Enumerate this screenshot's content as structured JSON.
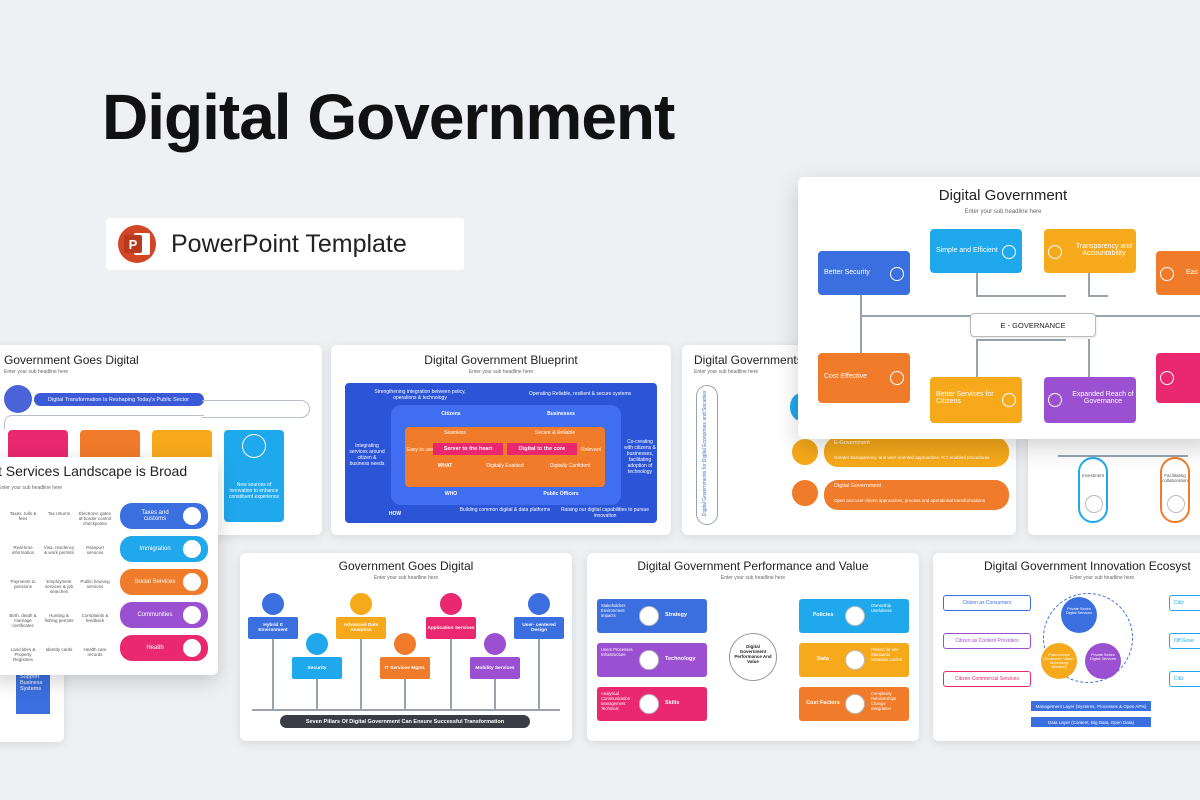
{
  "header": {
    "title": "Digital Government",
    "badge_text": "PowerPoint Template",
    "badge_icon": "powerpoint-icon",
    "badge_icon_letter": "P"
  },
  "sub_headline": "Enter your sub headline here",
  "slides": {
    "s1": {
      "title": "Government Goes Digital",
      "banner": "Digital Transformation Is Reshaping Today's Public Sector",
      "card_text": "New sources of innovation to enhance constituent experience"
    },
    "s2": {
      "title": "t Services Landscape is Broad",
      "cells": [
        "Taxes, tolls & fees",
        "Tax returns",
        "Electronic gates at border control checkpoints",
        "Real-time information",
        "Visa, residency & work permits",
        "Passport services",
        "Payments to pensions",
        "Employment services & job searches",
        "Public housing services",
        "Birth, death & marriage certificates",
        "Hunting & fishing permits",
        "Complaints & feedback",
        "Land titles & Property Registries",
        "Identity cards",
        "Health care records"
      ],
      "pills": [
        "Taxes and customs",
        "Immigration",
        "Social Services",
        "Communities",
        "Health"
      ]
    },
    "s3": {
      "title": "Digital Government Blueprint",
      "left_top": "Strengthening integration between policy, operations & technology",
      "right_top": "Operating Reliable, resilient & secure systems",
      "citizens": "Citizens",
      "businesses": "Businesses",
      "left_side": "Integrating services around citizen & business needs",
      "right_side": "Co-creating with citizens & businesses, facilitating adoption of technology",
      "seamless": "Seamless",
      "secure": "Secure & Reliable",
      "easy": "Easy to use",
      "server": "Server to the heart",
      "digital_core": "Digital to the core",
      "relevant": "Relevant",
      "what": "WHAT",
      "digitally_enabled": "Digitally Enabled",
      "digitally_confident": "Digitally Confident",
      "who": "WHO",
      "public_officers": "Public Officers",
      "how": "HOW",
      "bottom_mid": "Building common digital & data platforms",
      "bottom_right": "Raising our digital capabilities to pursue innovation"
    },
    "s4": {
      "title": "Digital Governments",
      "vertical": "Digital Governments for Digital Economies and Societies",
      "row1_title": "E-Government",
      "row1_text": "Greater transparency, and user-oriented approaches, ICT enabled procedures",
      "row2_title": "Digital Government",
      "row2_text": "Open and user-driven approaches, process and operational transformations"
    },
    "s5": {
      "title": "Digital Government",
      "center": "E - GOVERNANCE",
      "boxes": [
        "Simple and Efficient",
        "Transparency and Accountability",
        "Better Security",
        "Eas",
        "Cost Effective",
        "Better Services for Citizens",
        "Expanded Reach of Governance"
      ]
    },
    "s6": {
      "labels": [
        "Investment",
        "Facilitating collaboration"
      ]
    },
    "s7": {
      "title": "Government Goes Digital",
      "pillars": [
        "Hybrid It Environment",
        "Security",
        "Advanced Data Analytics",
        "IT Services Mgmt.",
        "Application Services",
        "Mobility Services",
        "User- centered Design"
      ],
      "footer": "Seven Pillars Of Digital Government Can Ensure Successful Transformation"
    },
    "s8": {
      "title": "Digital Government Performance and Value",
      "center": "Digital Government Performance And Value",
      "left": [
        {
          "label": "Strategy",
          "text": "Stakeholders Environment Impacts"
        },
        {
          "label": "Technology",
          "text": "Users Processes Infrastructure"
        },
        {
          "label": "Skills",
          "text": "Analytical Communication Management Technical"
        }
      ],
      "right": [
        {
          "label": "Policies",
          "text": "Ownership Usefulness"
        },
        {
          "label": "Data",
          "text": "Fitness for use Standards Metadata control"
        },
        {
          "label": "Cost Factors",
          "text": "Complexity Relationships Change Integration"
        }
      ]
    },
    "s9": {
      "title": "Digital Government Innovation Ecosyst",
      "left": [
        "Citizen as Consumers",
        "Citizen as Content Providers",
        "Citizen Commercial Services"
      ],
      "right": [
        "Citiz",
        "Off Gove",
        "Citiz"
      ],
      "center": [
        "Private Sector Digital Services",
        "Partnerships (Consumer Vision, Technology Wisdom)",
        "Private Sector Digital Services"
      ],
      "layer1": "Management Layer (Systems, Processes & Open APIs)",
      "layer2": "Data Layer (Content, Big Data, Open Data)"
    },
    "s10": {
      "items": [
        "Support Business Systems"
      ]
    }
  },
  "colors": {
    "blue": "#3b6fe0",
    "orange": "#f07b2a",
    "yellow": "#f6a91a",
    "purple": "#9b4fd1",
    "pink": "#e9286f",
    "cyan": "#1fa8ec"
  }
}
